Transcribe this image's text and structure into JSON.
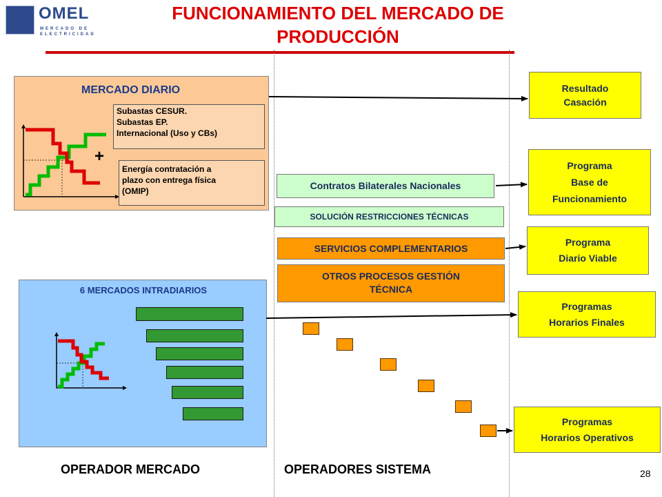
{
  "header": {
    "logo_word": "OMEL",
    "logo_sub": "MERCADO DE ELECTRICIDAD",
    "title_line1": "FUNCIONAMIENTO DEL MERCADO DE",
    "title_line2": "PRODUCCIÓN"
  },
  "mercado_diario": {
    "title": "MERCADO DIARIO",
    "box1_lines": [
      "Subastas CESUR.",
      "Subastas EP.",
      "Internacional (Uso y CBs)"
    ],
    "plus": "+",
    "box2_lines": [
      "Energía contratación a",
      "plazo con entrega física",
      "(OMIP)"
    ]
  },
  "mercados_intradiarios": {
    "title": "6 MERCADOS INTRADIARIOS"
  },
  "center": {
    "contratos": "Contratos Bilaterales Nacionales",
    "restricciones": "SOLUCIÓN RESTRICCIONES TÉCNICAS",
    "servicios": "SERVICIOS COMPLEMENTARIOS",
    "otros_line1": "OTROS PROCESOS GESTIÓN",
    "otros_line2": "TÉCNICA"
  },
  "results": {
    "casacion": [
      "Resultado",
      "Casación"
    ],
    "pbf": [
      "Programa",
      "Base de",
      "Funcionamiento"
    ],
    "pdv": [
      "Programa",
      "Diario Viable"
    ],
    "phf": [
      "Programas",
      "Horarios Finales"
    ],
    "pho": [
      "Programas",
      "Horarios Operativos"
    ]
  },
  "footer": {
    "operador_mercado": "OPERADOR MERCADO",
    "operadores_sistema": "OPERADORES SISTEMA",
    "page_number": "28"
  },
  "colors": {
    "title": "#dd0000",
    "mercado_diario_bg": "#fbc896",
    "intradiario_bg": "#99ccff",
    "result_box": "#ffff00",
    "orange": "#ff9900",
    "green_bar": "#339933",
    "label_green": "#ccffcc",
    "supply_curve": "#00bb00",
    "demand_curve": "#dd0000"
  }
}
